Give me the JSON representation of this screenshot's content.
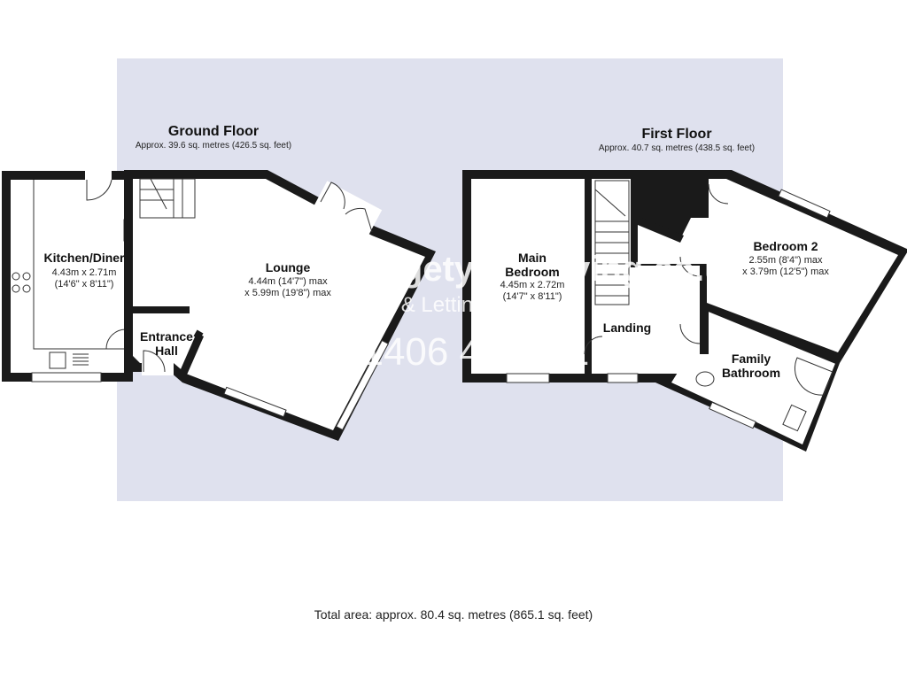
{
  "ground_floor": {
    "title": "Ground Floor",
    "area": "Approx. 39.6 sq. metres (426.5 sq. feet)",
    "rooms": {
      "kitchen": {
        "name": "Kitchen/Diner",
        "dim1": "4.43m x 2.71m",
        "dim2": "(14'6\" x 8'11\")"
      },
      "lounge": {
        "name": "Lounge",
        "dim1": "4.44m (14'7\") max",
        "dim2": "x 5.99m (19'8\") max"
      },
      "entrance": {
        "name1": "Entrance",
        "name2": "Hall"
      }
    }
  },
  "first_floor": {
    "title": "First Floor",
    "area": "Approx. 40.7 sq. metres (438.5 sq. feet)",
    "rooms": {
      "main_bedroom": {
        "name1": "Main",
        "name2": "Bedroom",
        "dim1": "4.45m x 2.72m",
        "dim2": "(14'7\" x 8'11\")"
      },
      "landing": {
        "name": "Landing"
      },
      "bedroom2": {
        "name": "Bedroom 2",
        "dim1": "2.55m (8'4\") max",
        "dim2": "x 3.79m (12'5\") max"
      },
      "bathroom": {
        "name1": "Family",
        "name2": "Bathroom"
      }
    }
  },
  "watermark": {
    "brand": "letsgetyoumoving.co.uk",
    "tagline": "Sales & Letting Agents",
    "phone": "01406 424441"
  },
  "total": "Total area: approx. 80.4 sq. metres (865.1 sq. feet)",
  "colors": {
    "panel": "#dfe1ee",
    "wall": "#1a1a1a"
  }
}
